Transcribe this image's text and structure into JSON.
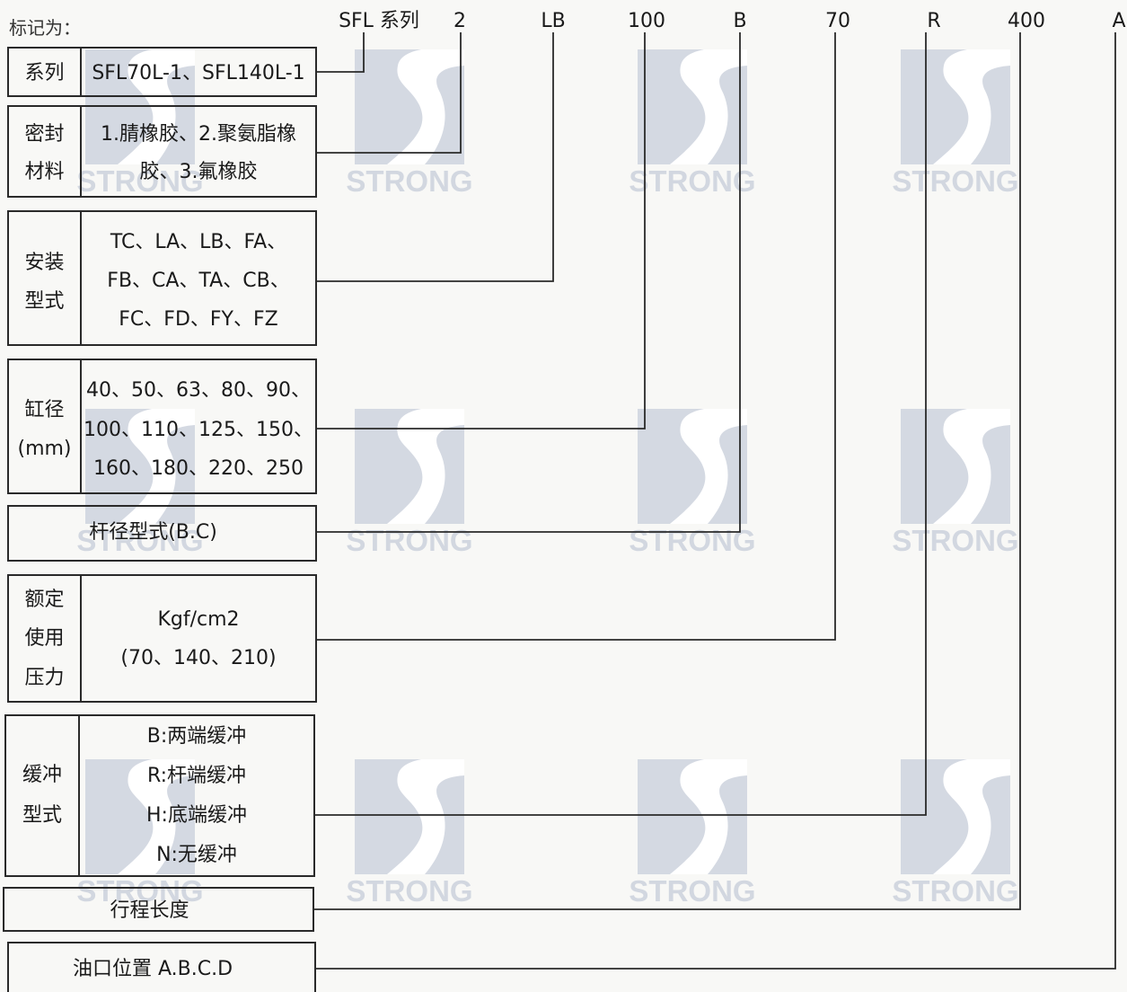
{
  "title": "标记为：",
  "code_labels": [
    "SFL 系列",
    "2",
    "LB",
    "100",
    "B",
    "70",
    "R",
    "400",
    "A"
  ],
  "watermark": {
    "text": "STRONG",
    "color": "#d4d9e2"
  },
  "rows": [
    {
      "label_lines": [
        "系列"
      ],
      "value_lines": [
        "SFL70L-1、SFL140L-1"
      ]
    },
    {
      "label_lines": [
        "密封",
        "材料"
      ],
      "value_lines": [
        "1.腈橡胶、2.聚氨脂橡",
        "胶、3.氟橡胶"
      ]
    },
    {
      "label_lines": [
        "安装",
        "型式"
      ],
      "value_lines": [
        "TC、LA、LB、FA、",
        "FB、CA、TA、CB、",
        "FC、FD、FY、FZ"
      ]
    },
    {
      "label_lines": [
        "缸径",
        "(mm)"
      ],
      "value_lines": [
        "40、50、63、80、90、",
        "100、110、125、150、",
        "160、180、220、250"
      ]
    },
    {
      "label_lines": [],
      "value_lines": [
        "杆径型式(B.C)"
      ]
    },
    {
      "label_lines": [
        "额定",
        "使用",
        "压力"
      ],
      "value_lines": [
        "Kgf/cm2",
        "(70、140、210)"
      ]
    },
    {
      "label_lines": [
        "缓冲",
        "型式"
      ],
      "value_lines": [
        "B:两端缓冲",
        "R:杆端缓冲",
        "H:底端缓冲",
        "N:无缓冲"
      ]
    },
    {
      "label_lines": [],
      "value_lines": [
        "行程长度"
      ]
    },
    {
      "label_lines": [],
      "value_lines": [
        "油口位置 A.B.C.D"
      ]
    }
  ]
}
